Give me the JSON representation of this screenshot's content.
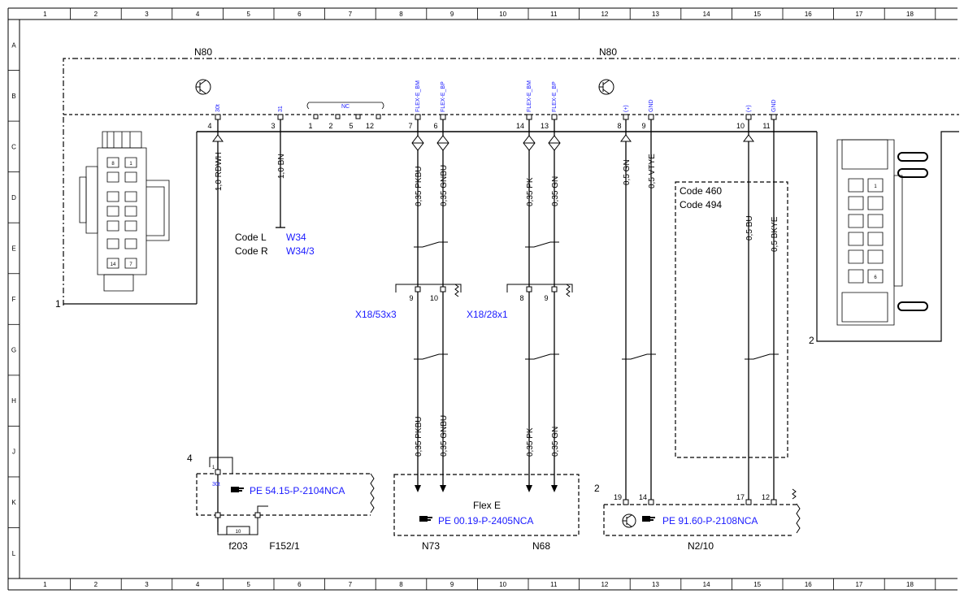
{
  "grid": {
    "columns": [
      "1",
      "2",
      "3",
      "4",
      "5",
      "6",
      "7",
      "8",
      "9",
      "10",
      "11",
      "12",
      "13",
      "14",
      "15",
      "16",
      "17",
      "18"
    ],
    "rows": [
      "A",
      "B",
      "C",
      "D",
      "E",
      "F",
      "G",
      "H",
      "J",
      "K",
      "L"
    ]
  },
  "components": {
    "n80_left": "N80",
    "n80_right": "N80",
    "connector_1": "1",
    "connector_2": "2",
    "f203": "f203",
    "f152": "F152/1",
    "n73": "N73",
    "n68": "N68",
    "n2_10": "N2/10",
    "flex_e": "Flex E",
    "f152_num": "4",
    "n2_num": "2"
  },
  "n80_pins": {
    "p4": "4",
    "p3": "3",
    "p1": "1",
    "p2": "2",
    "p5": "5",
    "p12": "12",
    "p7": "7",
    "p6": "6",
    "p14": "14",
    "p13": "13",
    "p8": "8",
    "p9": "9",
    "p10": "10",
    "p11": "11"
  },
  "signals": {
    "s30t": "30t",
    "s31": "31",
    "nc": "NC",
    "flex_bm": "FLEX-E_BM",
    "flex_bp": "FLEX-E_BP",
    "flex_bm2": "FLEX-E_BM",
    "flex_bp2": "FLEX-E_BP",
    "plus1": "(+)",
    "gnd1": "GND",
    "plus2": "(+)",
    "gnd2": "GND",
    "s30t_f152": "30t"
  },
  "wires": {
    "rdwh": "1,0 RDWH",
    "bn": "1,0 BN",
    "pkbu_top": "0,35 PKBU",
    "gnbu_top": "0,35 GNBU",
    "pk_top": "0,35 PK",
    "gn_top": "0,35 GN",
    "gn05": "0,5 GN",
    "vtye": "0,5 VTYE",
    "bu05": "0,5 BU",
    "bkye": "0,5 BKYE",
    "pkbu_bot": "0,35 PKBU",
    "gnbu_bot": "0,35 GNBU",
    "pk_bot": "0,35 PK",
    "gn_bot": "0,35 GN"
  },
  "codes": {
    "code_l": "Code L",
    "code_r": "Code R",
    "w34": "W34",
    "w34_3": "W34/3",
    "code460": "Code 460",
    "code494": "Code 494"
  },
  "connectors": {
    "x18_53x3": "X18/53x3",
    "x18_28x1": "X18/28x1",
    "x18a_p9": "9",
    "x18a_p10": "10",
    "x18b_p8": "8",
    "x18b_p9": "9"
  },
  "refs": {
    "f152_ref": "PE 54.15-P-2104NCA",
    "flex_ref": "PE 00.19-P-2405NCA",
    "n2_ref": "PE 91.60-P-2108NCA"
  },
  "other_pins": {
    "f152_p1": "1",
    "fuse10": "10",
    "n2_p19": "19",
    "n2_p14": "14",
    "n2_p17": "17",
    "n2_p12": "12",
    "c1_8": "8",
    "c1_1": "1",
    "c1_14": "14",
    "c1_7": "7",
    "c2_1": "1",
    "c2_6": "6"
  }
}
